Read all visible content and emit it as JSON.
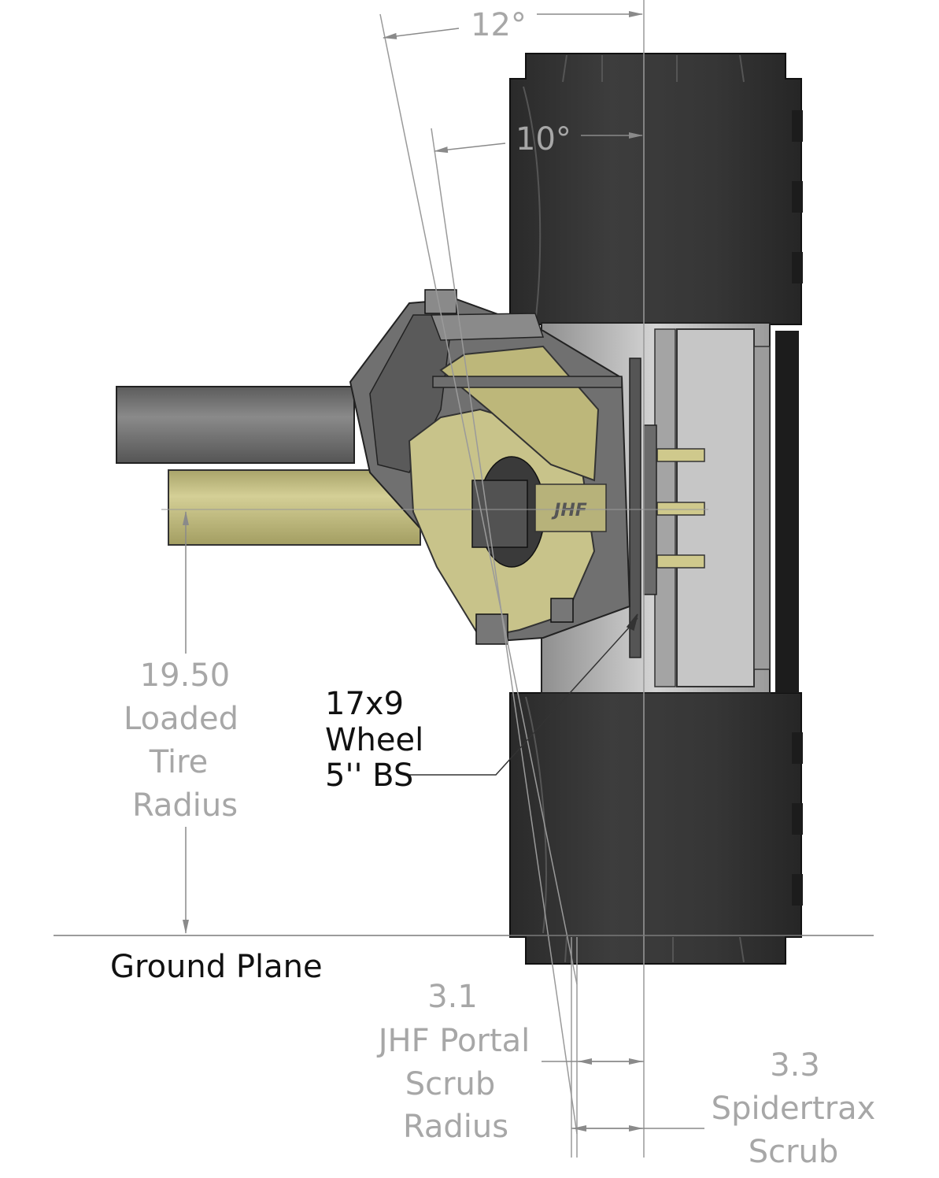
{
  "drawing": {
    "angles": {
      "outer": "12°",
      "inner": "10°"
    },
    "tire_radius": {
      "value": "19.50",
      "line1": "Loaded",
      "line2": "Tire",
      "line3": "Radius"
    },
    "wheel": {
      "line1": "17x9",
      "line2": "Wheel",
      "line3": "5'' BS"
    },
    "ground": {
      "label": "Ground Plane"
    },
    "jhf_scrub": {
      "value": "3.1",
      "line1": "JHF Portal",
      "line2": "Scrub",
      "line3": "Radius"
    },
    "spidertrax_scrub": {
      "value": "3.3",
      "line1": "Spidertrax",
      "line2": "Scrub"
    },
    "hub_logo": "JHF",
    "colors": {
      "tire": "#3a3a3a",
      "tire_dark": "#1f1f1f",
      "wheel": "#bdbdbd",
      "portal_housing": "#c9c48a",
      "axle_tube": "#7a7a7a",
      "dimension_line": "#9a9a9a"
    }
  }
}
